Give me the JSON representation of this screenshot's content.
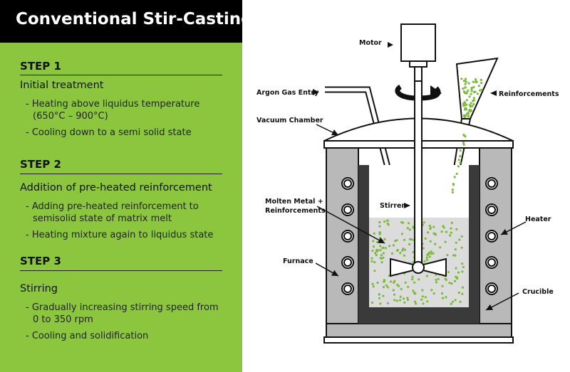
{
  "title": "Conventional Stir-Casting",
  "steps": [
    {
      "heading": "STEP 1",
      "subtitle": "Initial treatment",
      "bullets": [
        "- Heating above liquidus temperature",
        "(650°C – 900°C)",
        "- Cooling down to a semi solid state"
      ]
    },
    {
      "heading": "STEP 2",
      "subtitle": "Addition of pre-heated reinforcement",
      "bullets": [
        "- Adding pre-heated reinforcement to",
        "semisolid state of matrix melt",
        "- Heating mixture again to liquidus state"
      ]
    },
    {
      "heading": "STEP 3",
      "subtitle": "Stirring",
      "bullets": [
        "- Gradually increasing stirring speed from",
        "0 to 350 rpm",
        "- Cooling and solidification"
      ]
    }
  ],
  "diagram": {
    "labels": {
      "motor": "Motor",
      "argon": "Argon Gas Entry",
      "reinforcements": "Reinforcements",
      "vacuum": "Vacuum Chamber",
      "molten_1": "Molten Metal +",
      "molten_2": "Reinforcements",
      "stirrer": "Stirrer",
      "heater": "Heater",
      "furnace": "Furnace",
      "crucible": "Crucible"
    }
  },
  "colors": {
    "accent_green": "#8cc63f",
    "title_bg": "#000000",
    "dot_green": "#7dbb3c",
    "furnace_grey": "#b9b9b9",
    "crucible_dark": "#3a3a3a",
    "melt_grey": "#dcdcdc"
  }
}
